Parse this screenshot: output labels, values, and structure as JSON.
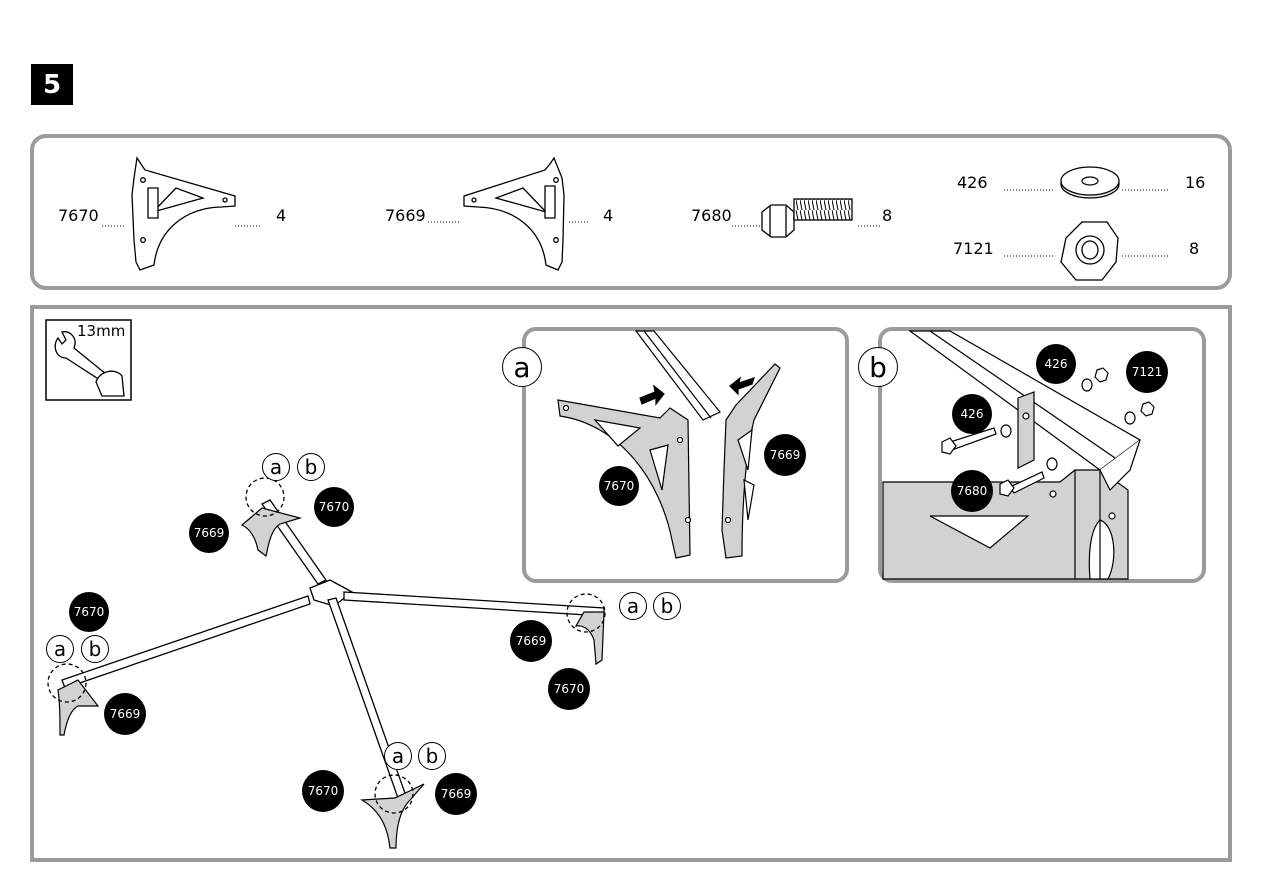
{
  "step": {
    "number": "5"
  },
  "parts": [
    {
      "id": "7670",
      "qty": "4"
    },
    {
      "id": "7669",
      "qty": "4"
    },
    {
      "id": "7680",
      "qty": "8"
    },
    {
      "id": "426",
      "qty": "16"
    },
    {
      "id": "7121",
      "qty": "8"
    }
  ],
  "tool": {
    "label": "13mm",
    "icon": "wrench-icon"
  },
  "detail_a": {
    "letter": "a",
    "callouts": [
      "7670",
      "7669"
    ]
  },
  "detail_b": {
    "letter": "b",
    "callouts": [
      "426",
      "7121",
      "426",
      "7680"
    ]
  },
  "overview": {
    "markers": {
      "a": "a",
      "b": "b"
    },
    "callouts": [
      "7670",
      "7669",
      "7670",
      "7669",
      "7669",
      "7670",
      "7670",
      "7669"
    ]
  },
  "colors": {
    "frame": "#9b9b9b",
    "badge": "#000000",
    "part_fill": "#d2d2d2"
  }
}
